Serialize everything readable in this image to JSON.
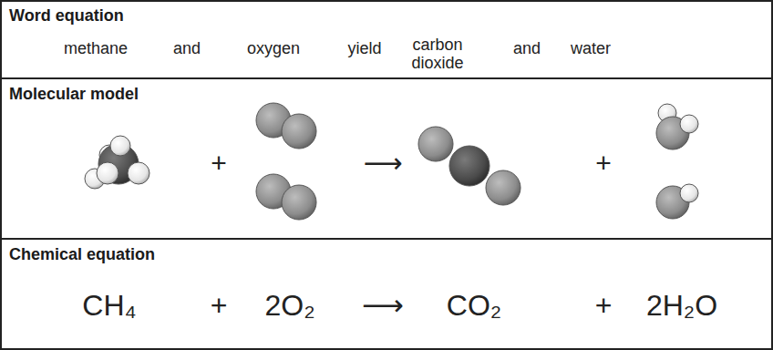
{
  "diagram": {
    "labels": [
      "Word equation",
      "methane",
      "and",
      "oxygen",
      "yield",
      "carbon dioxide",
      "and",
      "water",
      "Molecular model",
      "+",
      "⟶",
      "+",
      "Chemical equation",
      "CH₄",
      "+",
      "2O₂",
      "⟶",
      "CO₂",
      "+",
      "2H₂O"
    ]
  }
}
